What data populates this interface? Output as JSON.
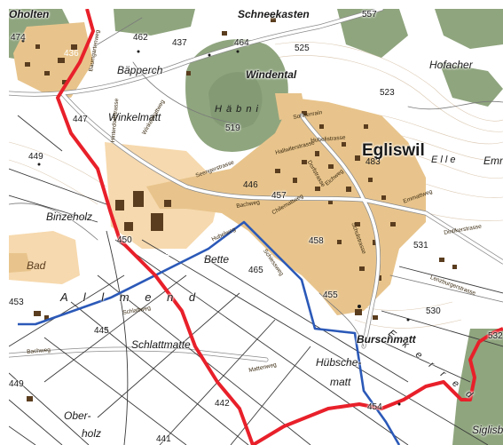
{
  "map": {
    "colors": {
      "background": "#ffffff",
      "settlement": "#e8c48c",
      "zone": "#f6d9ae",
      "building": "#5a3d1e",
      "forest": "#8fa57e",
      "forest_dark": "#6d8660",
      "contour": "#c9a27a",
      "road": "#ffffff",
      "road_casing": "#8a8a8a",
      "field_line": "#3a3a3a",
      "boundary": "#e8202a",
      "route": "#2b59b8"
    },
    "places": {
      "oholten": "Oholten",
      "schneekasten": "Schneekasten",
      "bapperch": "Bäpperch",
      "windental": "Windental",
      "hofacher": "Hofacher",
      "winkelmatt": "Winkelmatt",
      "habni": "H ä b n i",
      "egliswil": "Egliswil",
      "elle": "E l l e",
      "emm": "Emm",
      "binzeholz": "Binzeholz",
      "bette": "Bette",
      "allmend": "A l l m e n d",
      "bad": "Bad",
      "schlattmatte": "Schlattmatte",
      "burschmatt": "Burschmatt",
      "ekerred": "E k e r r e d",
      "hubsche": "Hübsche-",
      "matt": "matt",
      "ober": "Ober-",
      "holz": "holz",
      "siglisb": "Siglisb"
    },
    "elevations": [
      "474",
      "436",
      "462",
      "437",
      "464",
      "525",
      "557",
      "523",
      "447",
      "519",
      "483",
      "449",
      "446",
      "457",
      "458",
      "450",
      "453",
      "465",
      "531",
      "453",
      "455",
      "530",
      "445",
      "532",
      "449",
      "442",
      "454",
      "441"
    ],
    "streets": {
      "hinterdorfstrasse": "Hinterdorfstrasse",
      "seengerstrasse": "Seengerstrasse",
      "schlattweg": "Schlattweg",
      "baumgartenweg": "Baumgartenweg",
      "bachweg": "Bachweg",
      "chilemattweg": "Chilemattweg",
      "hubelweg": "Hubelweg",
      "dorfstrasse": "Dorfstrasse",
      "emmattweg": "Emmattweg",
      "eichweg": "Eichweg",
      "schulstrasse": "Schulstrasse",
      "dintikerstrasse": "Dintikerstrasse",
      "sonnenrain": "Sonnenrain",
      "hubelistrasse": "Hubelistrasse",
      "hallwilerstrasse": "Hallwilerstrasse",
      "schiessweg": "Schiessweg",
      "lenzburgerstrasse": "Lenzburgerstrasse",
      "winkelmattweg": "Winkelmattweg",
      "mattenweg": "Mattenweg",
      "bachweg2": "Bachweg"
    }
  }
}
